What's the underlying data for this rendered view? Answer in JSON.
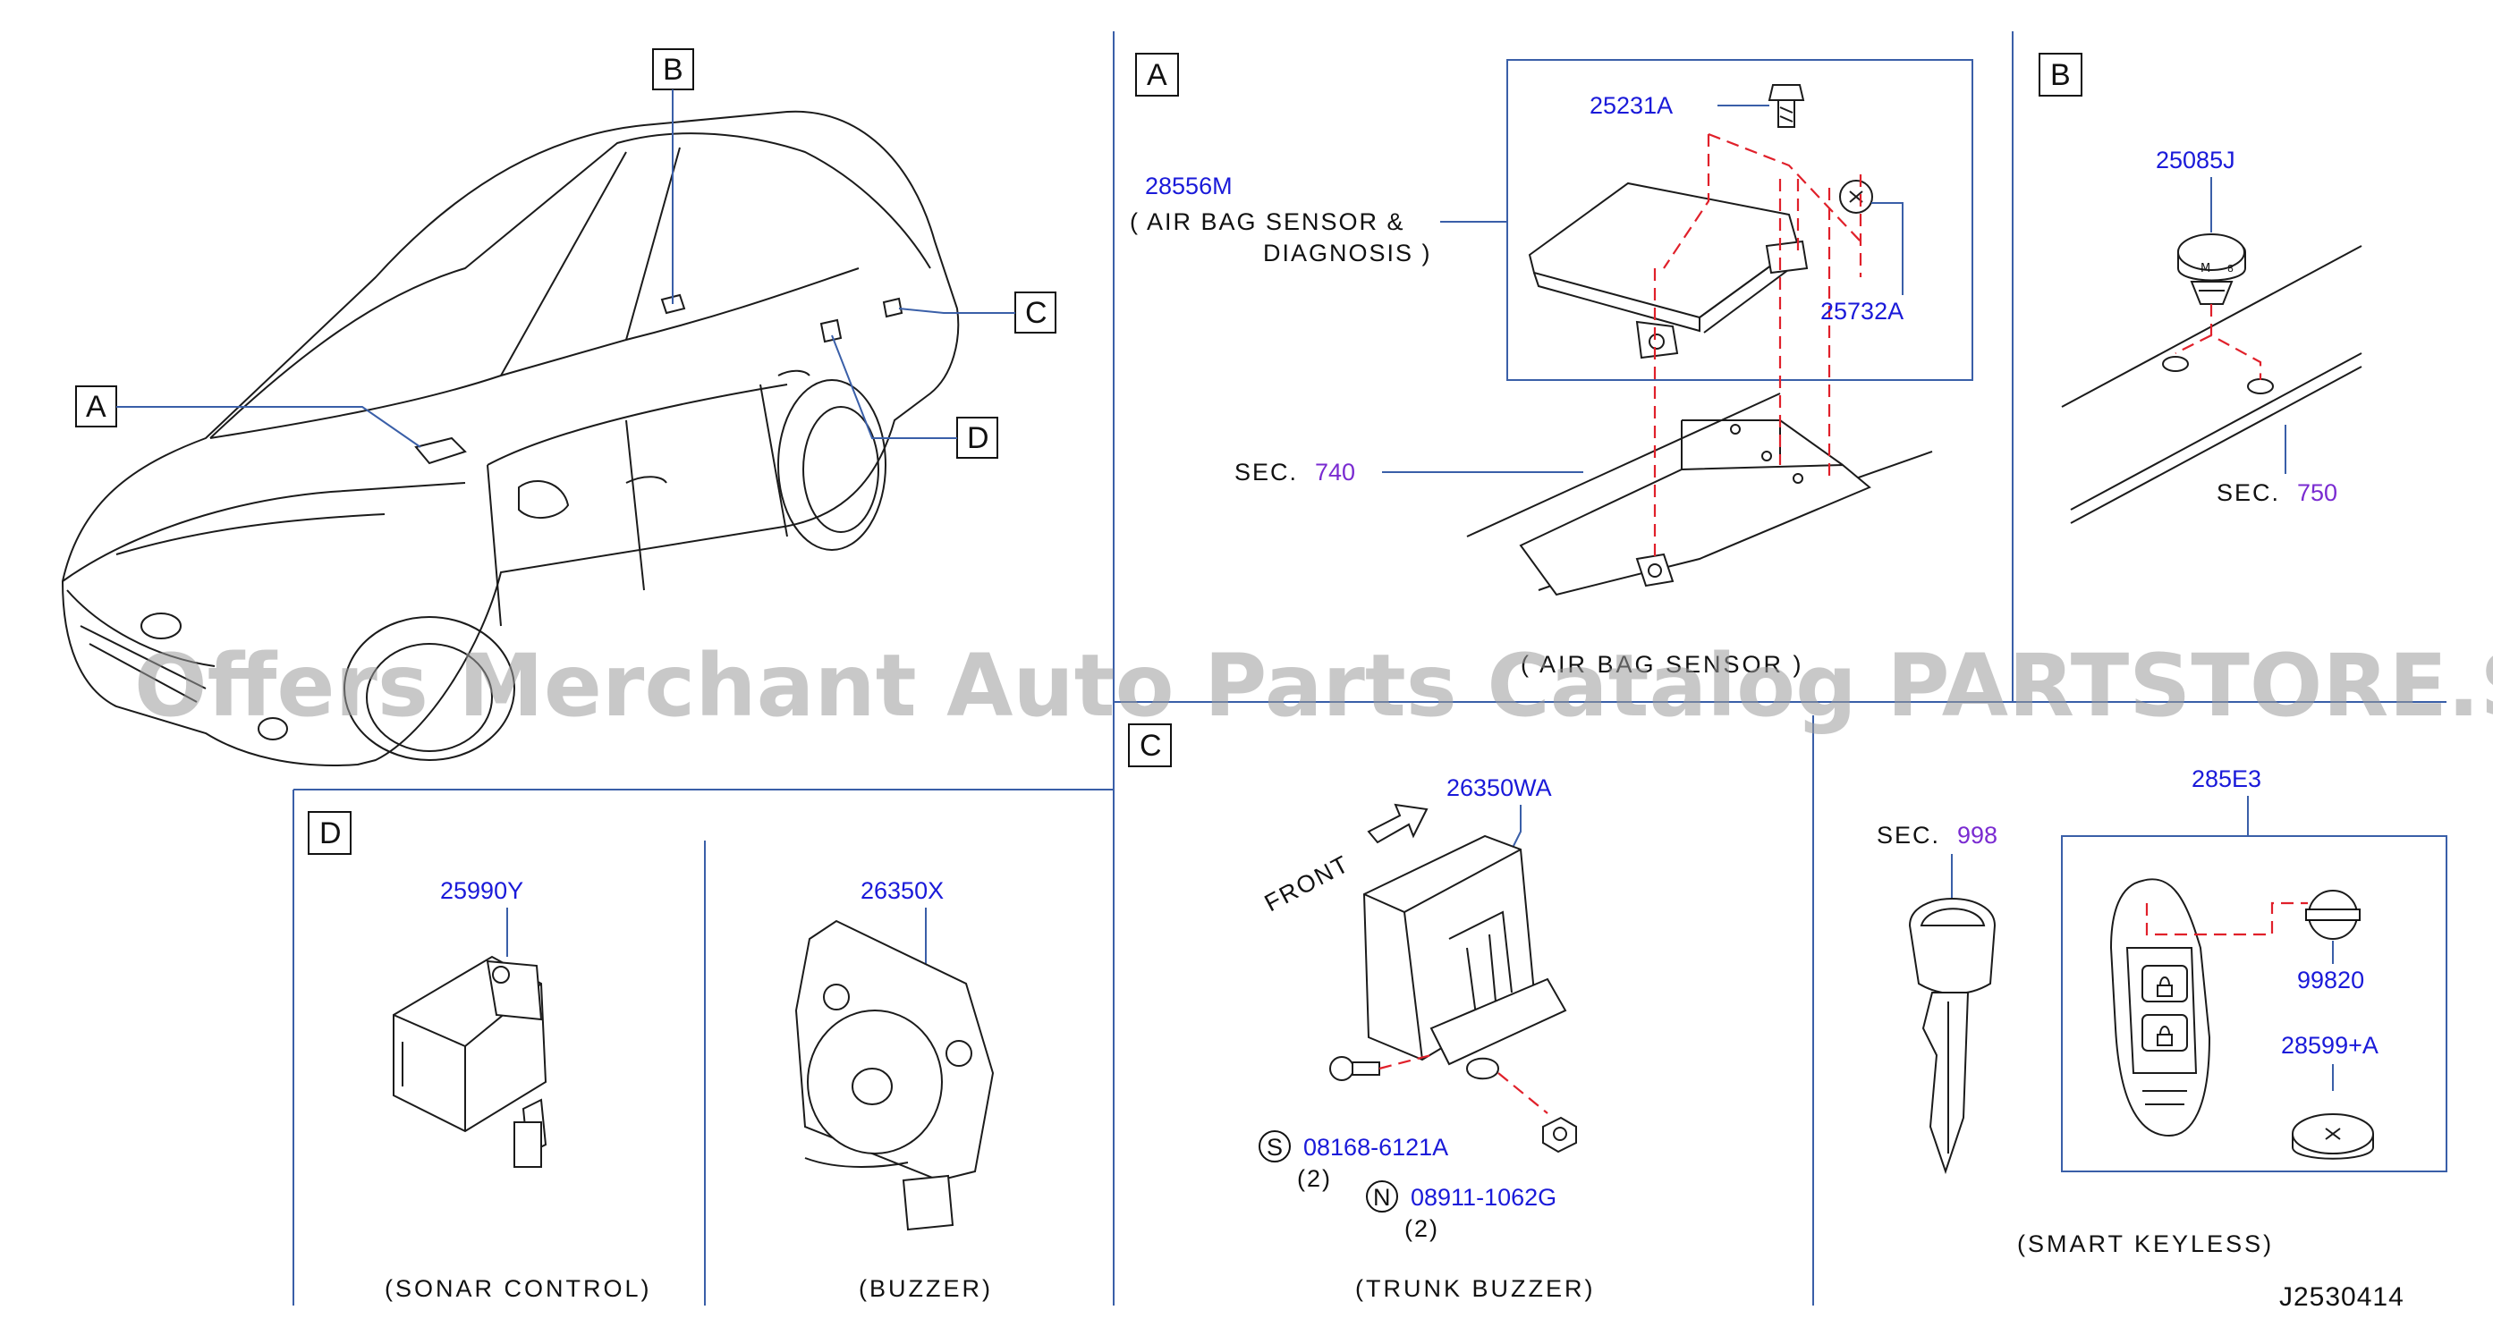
{
  "watermark": "Offers Merchant Auto Parts Catalog PARTSTORE.SA",
  "diagram_id": "J2530414",
  "overview": {
    "callouts": [
      "A",
      "B",
      "C",
      "D"
    ]
  },
  "panel_a": {
    "letter": "A",
    "parts": {
      "p1": "25231A",
      "p2": "28556M",
      "p3": "25732A"
    },
    "desc_line1": "( AIR BAG SENSOR &",
    "desc_line2": "DIAGNOSIS )",
    "sec_prefix": "SEC.",
    "sec_num": "740",
    "caption": "( AIR BAG SENSOR )"
  },
  "panel_b": {
    "letter": "B",
    "part": "25085J",
    "sec_prefix": "SEC.",
    "sec_num": "750"
  },
  "panel_c": {
    "letter": "C",
    "part_main": "26350WA",
    "front": "FRONT",
    "fastener_s": {
      "badge": "S",
      "part": "08168-6121A",
      "qty": "(2)"
    },
    "fastener_n": {
      "badge": "N",
      "part": "08911-1062G",
      "qty": "(2)"
    },
    "caption": "(TRUNK BUZZER)"
  },
  "panel_d": {
    "letter": "D",
    "sonar_part": "25990Y",
    "sonar_caption": "(SONAR CONTROL)",
    "buzzer_part": "26350X",
    "buzzer_caption": "(BUZZER)"
  },
  "panel_keyless": {
    "sec_prefix": "SEC.",
    "sec_num": "998",
    "part_main": "285E3",
    "part_emblem": "99820",
    "part_battery": "28599+A",
    "caption": "(SMART KEYLESS)"
  },
  "colors": {
    "part_number": "#1a1ad9",
    "section_ref": "#7a2bd1",
    "leader": "#3a5fa8",
    "phantom": "#e0202a"
  }
}
